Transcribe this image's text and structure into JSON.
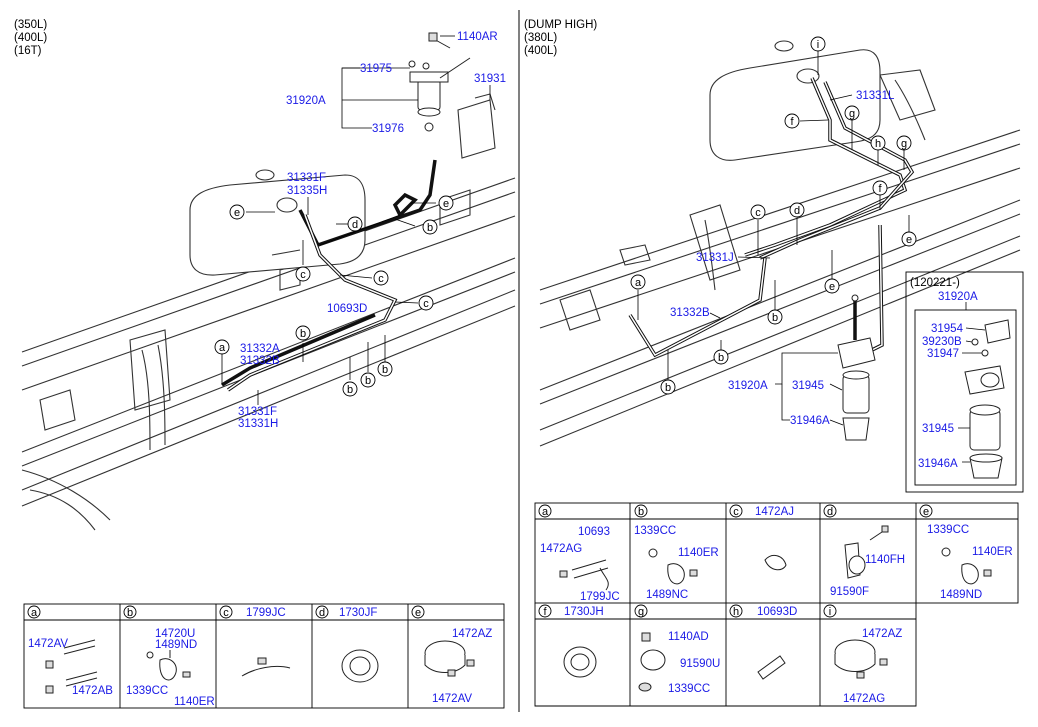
{
  "left": {
    "variants": [
      "(350L)",
      "(400L)",
      "(16T)"
    ],
    "labels": {
      "p1140AR": "1140AR",
      "p31975": "31975",
      "p31931": "31931",
      "p31920A": "31920A",
      "p31976": "31976",
      "p31331F": "31331F",
      "p31335H": "31335H",
      "p10693D": "10693D",
      "p31332A": "31332A",
      "p31332B": "31332B",
      "p31331F2": "31331F",
      "p31331H": "31331H"
    },
    "callouts": [
      "e",
      "d",
      "b",
      "e",
      "c",
      "c",
      "c",
      "a",
      "b",
      "b",
      "b",
      "b"
    ],
    "legend": [
      {
        "letter": "a",
        "header": "",
        "parts": [
          "1472AV",
          "1472AB"
        ]
      },
      {
        "letter": "b",
        "header": "",
        "parts": [
          "14720U",
          "1489ND",
          "1339CC",
          "1140ER"
        ]
      },
      {
        "letter": "c",
        "header": "1799JC",
        "parts": []
      },
      {
        "letter": "d",
        "header": "1730JF",
        "parts": []
      },
      {
        "letter": "e",
        "header": "",
        "parts": [
          "1472AZ",
          "1472AV"
        ]
      }
    ]
  },
  "right": {
    "variants": [
      "(DUMP HIGH)",
      "(380L)",
      "(400L)"
    ],
    "labels": {
      "p31331L": "31331L",
      "p31331J": "31331J",
      "p31332B": "31332B",
      "p31920A": "31920A",
      "p31945": "31945",
      "p31946A": "31946A"
    },
    "callouts": [
      "i",
      "f",
      "g",
      "h",
      "g",
      "f",
      "d",
      "c",
      "e",
      "a",
      "e",
      "b",
      "b",
      "b"
    ],
    "inset": {
      "date": "(120221-)",
      "title": "31920A",
      "parts": [
        "31954",
        "39230B",
        "31947",
        "31945",
        "31946A"
      ]
    },
    "legend_row1": [
      {
        "letter": "a",
        "header": "",
        "parts": [
          "10693",
          "1472AG",
          "1799JC"
        ]
      },
      {
        "letter": "b",
        "header": "",
        "parts": [
          "1339CC",
          "1140ER",
          "1489NC"
        ]
      },
      {
        "letter": "c",
        "header": "1472AJ",
        "parts": []
      },
      {
        "letter": "d",
        "header": "",
        "parts": [
          "1140FH",
          "91590F"
        ]
      },
      {
        "letter": "e",
        "header": "",
        "parts": [
          "1339CC",
          "1140ER",
          "1489ND"
        ]
      }
    ],
    "legend_row2": [
      {
        "letter": "f",
        "header": "1730JH",
        "parts": []
      },
      {
        "letter": "g",
        "header": "",
        "parts": [
          "1140AD",
          "91590U",
          "1339CC"
        ]
      },
      {
        "letter": "h",
        "header": "10693D",
        "parts": []
      },
      {
        "letter": "i",
        "header": "",
        "parts": [
          "1472AZ",
          "1472AG"
        ]
      }
    ]
  }
}
